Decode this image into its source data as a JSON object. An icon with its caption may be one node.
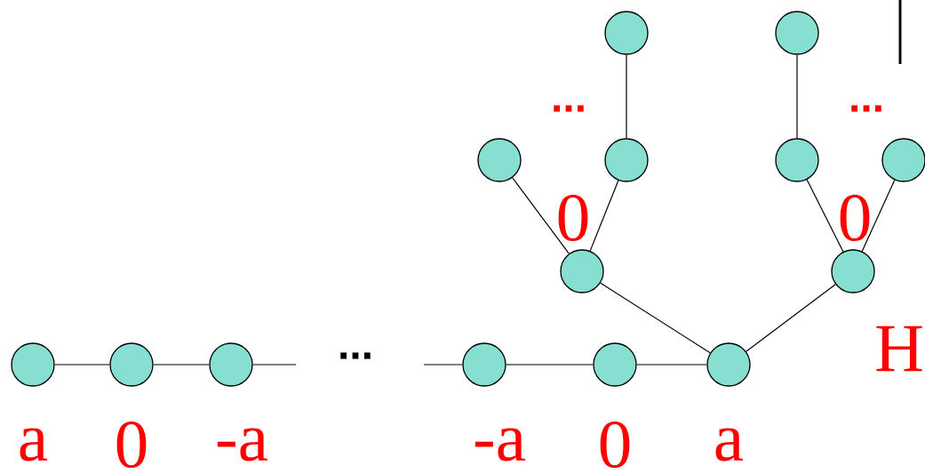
{
  "diagram": {
    "nodes": [
      {
        "text": [],
        "shape": "circle"
      },
      {
        "text": [],
        "shape": "circle"
      },
      {
        "text": [],
        "shape": "circle"
      },
      {
        "text": [],
        "shape": "circle"
      },
      {
        "text": [],
        "shape": "circle"
      },
      {
        "text": [],
        "shape": "circle"
      },
      {
        "text": [],
        "shape": "circle"
      },
      {
        "text": [],
        "shape": "circle"
      },
      {
        "text": [],
        "shape": "circle"
      },
      {
        "text": [],
        "shape": "circle"
      },
      {
        "text": [],
        "shape": "circle"
      },
      {
        "text": [],
        "shape": "circle"
      },
      {
        "text": [],
        "shape": "circle"
      },
      {
        "text": [],
        "shape": "circle"
      }
    ],
    "edges": [
      {
        "from": 0,
        "to": 1,
        "arrow": "none"
      },
      {
        "from": 1,
        "to": 2,
        "arrow": "none"
      },
      {
        "from": 2,
        "to": null,
        "arrow": "none"
      },
      {
        "from": null,
        "to": 3,
        "arrow": "none"
      },
      {
        "from": 3,
        "to": 4,
        "arrow": "none"
      },
      {
        "from": 4,
        "to": 5,
        "arrow": "none"
      },
      {
        "from": 5,
        "to": 6,
        "arrow": "none"
      },
      {
        "from": 5,
        "to": 7,
        "arrow": "none"
      },
      {
        "from": 6,
        "to": 8,
        "arrow": "none"
      },
      {
        "from": 6,
        "to": 9,
        "arrow": "none"
      },
      {
        "from": 9,
        "to": 10,
        "arrow": "none"
      },
      {
        "from": 7,
        "to": 11,
        "arrow": "none"
      },
      {
        "from": 7,
        "to": 12,
        "arrow": "none"
      },
      {
        "from": 11,
        "to": 13,
        "arrow": "none"
      }
    ],
    "labels": [
      "...",
      "...",
      "...",
      "0",
      "0",
      "H",
      "a",
      "0",
      "-a",
      "-a",
      "0",
      "a"
    ]
  }
}
